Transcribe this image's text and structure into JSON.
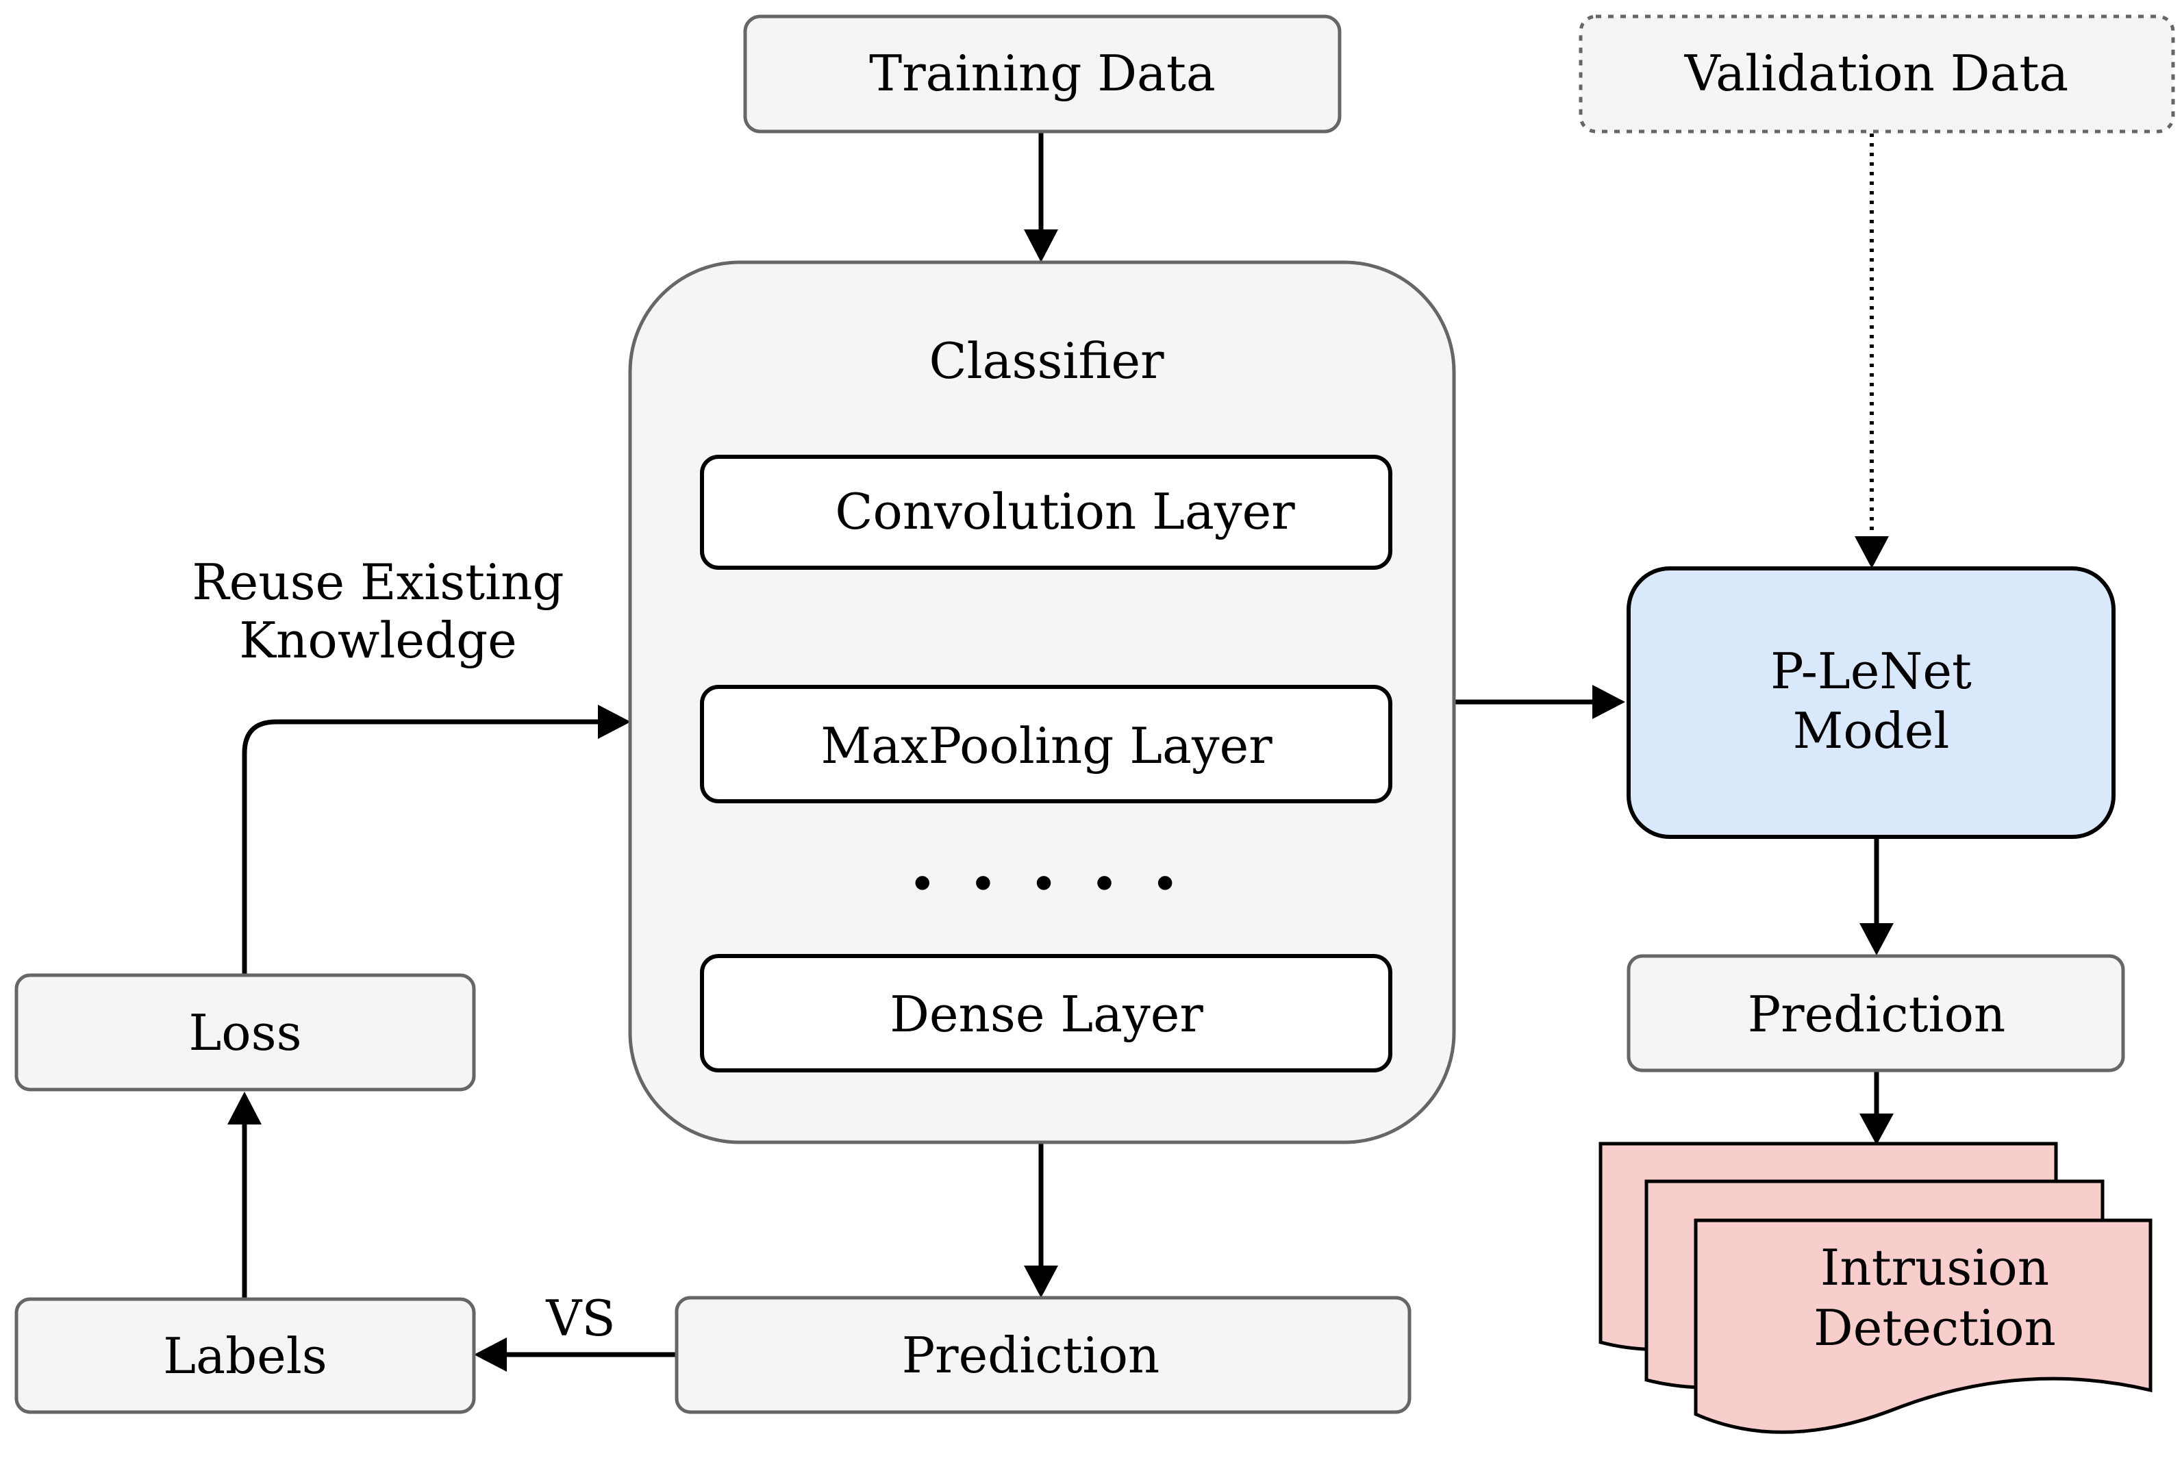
{
  "nodes": {
    "training_data": "Training Data",
    "validation_data": "Validation Data",
    "classifier": "Classifier",
    "convolution_layer": "Convolution Layer",
    "maxpooling_layer": "MaxPooling Layer",
    "ellipsis": ". . . . .",
    "dense_layer": "Dense Layer",
    "plenet_line1": "P-LeNet",
    "plenet_line2": "Model",
    "prediction_right": "Prediction",
    "intrusion_line1": "Intrusion",
    "intrusion_line2": "Detection",
    "prediction_bottom": "Prediction",
    "labels": "Labels",
    "loss": "Loss"
  },
  "edge_labels": {
    "reuse_line1": "Reuse Existing",
    "reuse_line2": "Knowledge",
    "vs": "VS"
  },
  "colors": {
    "grey_fill": "#f5f5f5",
    "blue_fill": "#dae8fc",
    "pink_fill": "#f8cecc"
  }
}
